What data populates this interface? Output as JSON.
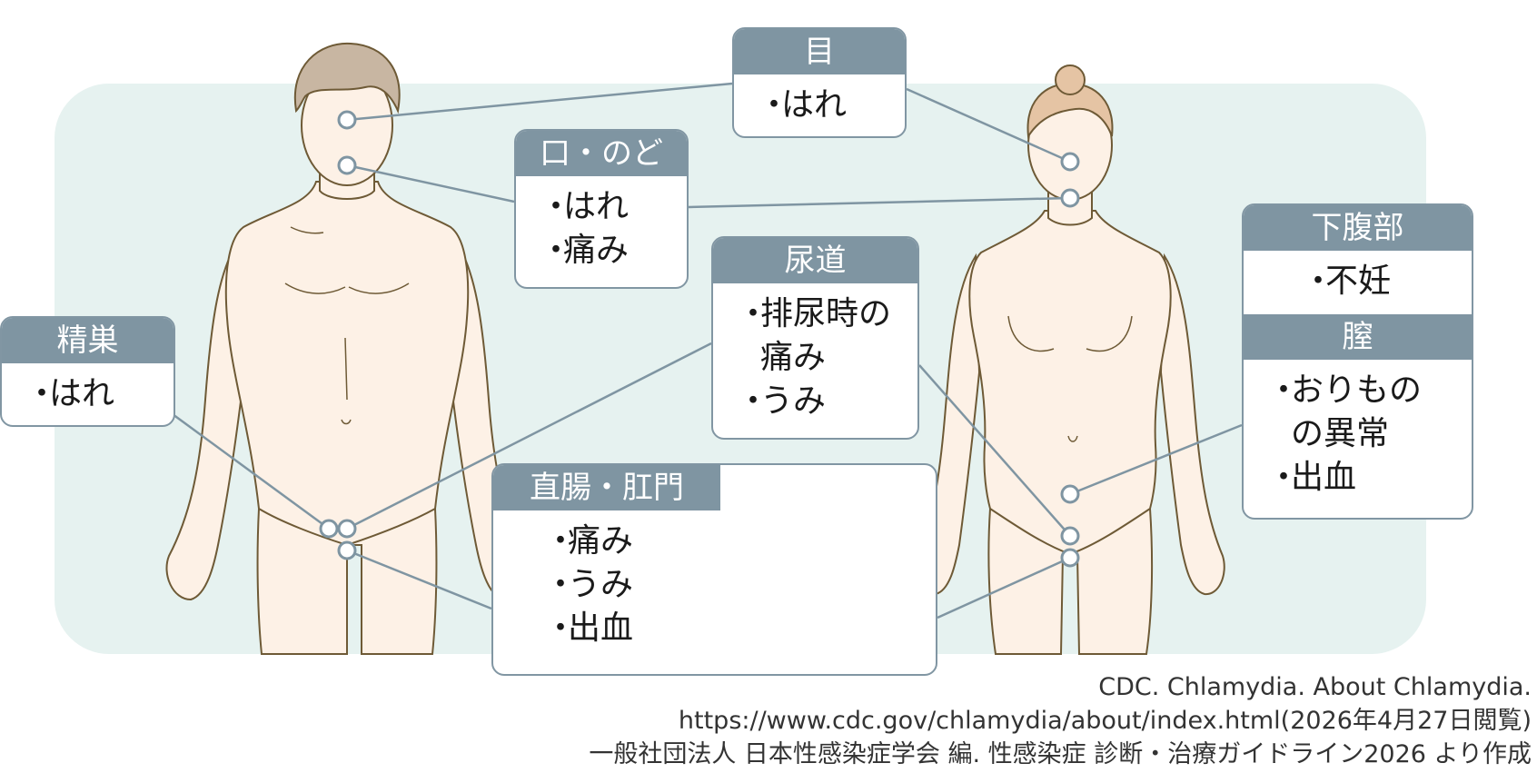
{
  "boxes": {
    "eye": {
      "title": "目",
      "items": [
        "はれ"
      ]
    },
    "mouth": {
      "title": "口・のど",
      "items": [
        "はれ",
        "痛み"
      ]
    },
    "urethra": {
      "title": "尿道",
      "items": [
        "排尿時の痛み",
        "うみ"
      ]
    },
    "testis": {
      "title": "精巣",
      "items": [
        "はれ"
      ]
    },
    "abdomen": {
      "title": "下腹部",
      "items": [
        "不妊"
      ]
    },
    "vagina": {
      "title": "膣",
      "items": [
        "おりものの異常",
        "出血"
      ]
    },
    "rectum": {
      "title": "直腸・肛門",
      "items": [
        "痛み",
        "うみ",
        "出血"
      ]
    }
  },
  "credits": {
    "line1": "CDC. Chlamydia. About Chlamydia.",
    "line2": "https://www.cdc.gov/chlamydia/about/index.html(2026年4月27日閲覧)",
    "line3": "一般社団法人 日本性感染症学会 編. 性感染症 診断・治療ガイドライン2026 より作成"
  },
  "colors": {
    "panel": "#e6f2f0",
    "skin": "#fdf1e6",
    "outline": "#6e5a36",
    "connector": "#7f95a2",
    "header": "#7f95a2",
    "male_hair": "#c8b6a2",
    "female_hair": "#e5c4a4"
  }
}
